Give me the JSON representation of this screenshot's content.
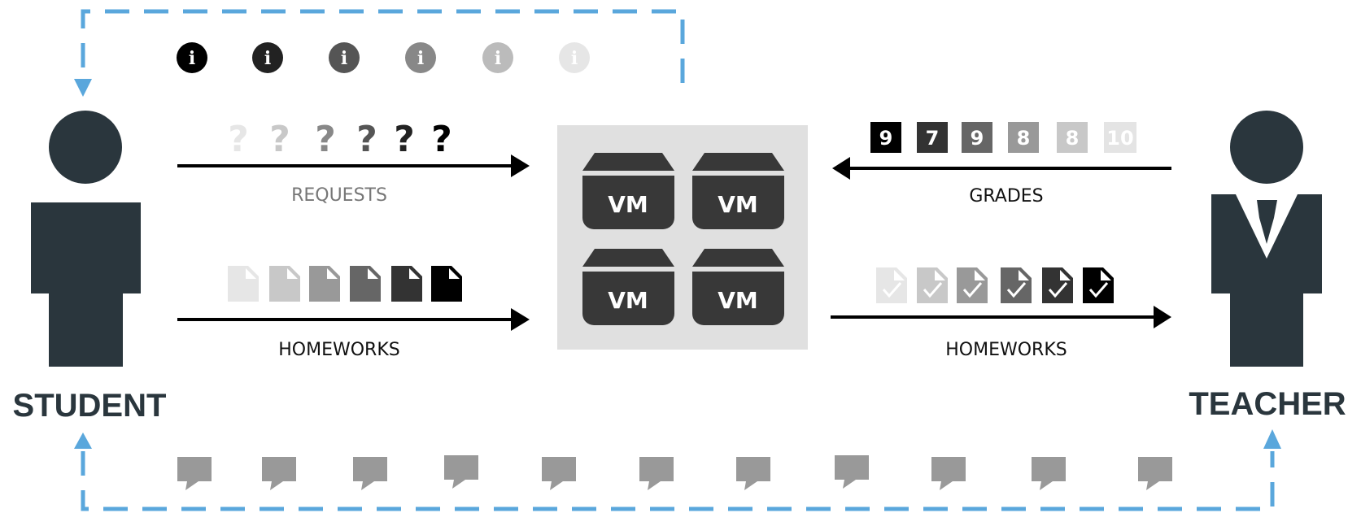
{
  "student": {
    "label": "STUDENT"
  },
  "teacher": {
    "label": "TEACHER"
  },
  "flows": {
    "requests": {
      "label": "REQUESTS",
      "label_color": "#777777"
    },
    "homeworks_in": {
      "label": "HOMEWORKS",
      "label_color": "#111111"
    },
    "grades": {
      "label": "GRADES",
      "label_color": "#111111"
    },
    "homeworks_out": {
      "label": "HOMEWORKS",
      "label_color": "#111111"
    }
  },
  "vm_label": "VM",
  "grades": [
    {
      "value": "9",
      "color": "#000000"
    },
    {
      "value": "7",
      "color": "#333333"
    },
    {
      "value": "9",
      "color": "#666666"
    },
    {
      "value": "8",
      "color": "#999999"
    },
    {
      "value": "8",
      "color": "#c8c8c8"
    },
    {
      "value": "10",
      "color": "#e4e4e4"
    }
  ],
  "info_icon_colors": [
    "#000000",
    "#222222",
    "#555555",
    "#888888",
    "#bbbbbb",
    "#e6e6e6"
  ],
  "question_colors": [
    "#e6e6e6",
    "#c8c8c8",
    "#888888",
    "#555555",
    "#222222",
    "#000000"
  ],
  "document_colors": [
    "#e6e6e6",
    "#c8c8c8",
    "#999999",
    "#666666",
    "#333333",
    "#000000"
  ],
  "checked_doc_colors": [
    "#e6e6e6",
    "#c8c8c8",
    "#999999",
    "#666666",
    "#333333",
    "#000000"
  ],
  "colors": {
    "figure": "#2a363d",
    "loop": "#5aa7dc",
    "arrow": "#000000",
    "vm_panel": "#e0e0e0",
    "vm": "#383838",
    "chat": "#999999"
  }
}
